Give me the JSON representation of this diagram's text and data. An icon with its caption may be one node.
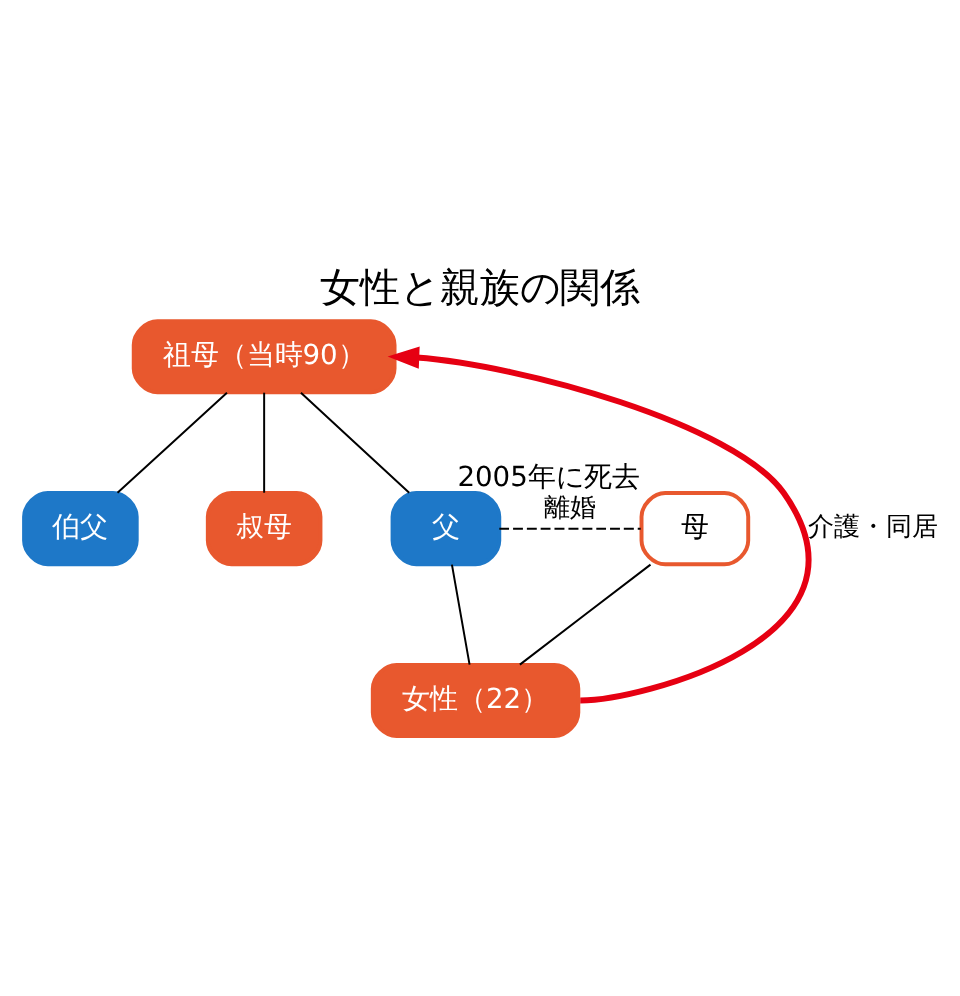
{
  "diagram": {
    "title": "女性と親族の関係",
    "nodes": [
      {
        "text": [
          "祖母（当時90）"
        ]
      },
      {
        "text": [
          "伯父"
        ]
      },
      {
        "text": [
          "叔母"
        ]
      },
      {
        "text": [
          "父"
        ]
      },
      {
        "text": [
          "母"
        ],
        "beside": [
          "2005年に死去"
        ]
      },
      {
        "text": [
          "女性（22）"
        ]
      }
    ],
    "edges": [
      {
        "from": 0,
        "to": 1,
        "arrow": "none"
      },
      {
        "from": 0,
        "to": 2,
        "arrow": "none"
      },
      {
        "from": 0,
        "to": 3,
        "arrow": "none"
      },
      {
        "from": 3,
        "to": 4,
        "arrow": "none",
        "label": "離婚",
        "style": "dashed"
      },
      {
        "from": 3,
        "to": 5,
        "arrow": "none"
      },
      {
        "from": 4,
        "to": 5,
        "arrow": "none"
      },
      {
        "from": 5,
        "to": 0,
        "arrow": "to",
        "label": "介護・同居",
        "style": "thick",
        "color": "#e60012"
      }
    ]
  }
}
